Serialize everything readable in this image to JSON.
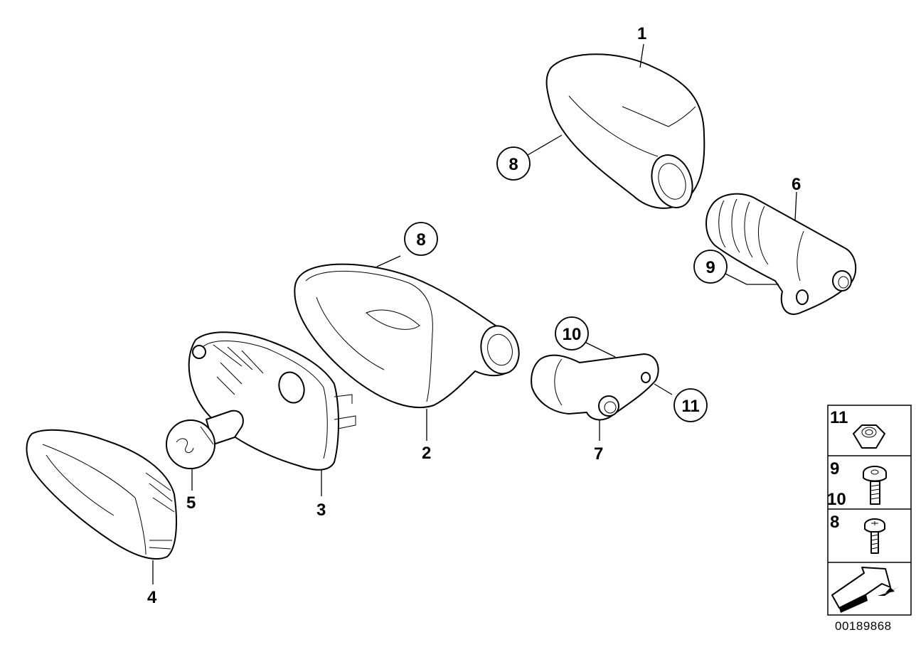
{
  "labels": {
    "p1": "1",
    "p2": "2",
    "p3": "3",
    "p4": "4",
    "p5": "5",
    "p6": "6",
    "p7": "7",
    "p8a": "8",
    "p8b": "8",
    "p9": "9",
    "p10": "10",
    "p11": "11"
  },
  "legend": {
    "row_nut": "11",
    "row_bolt_a": "9",
    "row_bolt_b": "10",
    "row_screw": "8"
  },
  "document_number": "00189868"
}
